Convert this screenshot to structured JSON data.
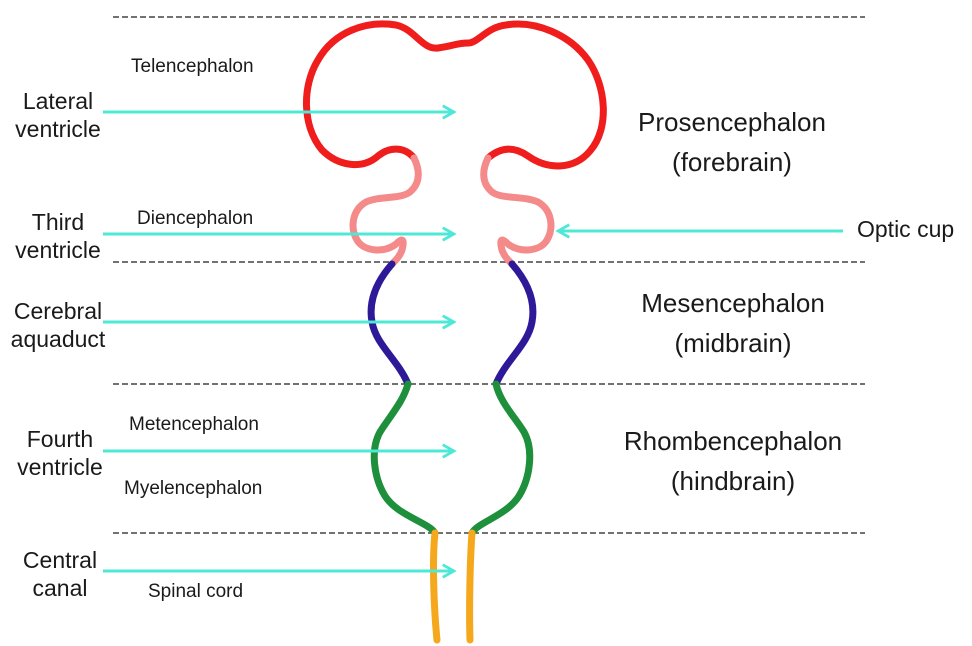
{
  "ventricles": {
    "lateral": [
      "Lateral",
      "ventricle"
    ],
    "third": [
      "Third",
      "ventricle"
    ],
    "cerebral": [
      "Cerebral",
      "aquaduct"
    ],
    "fourth": [
      "Fourth",
      "ventricle"
    ],
    "central": [
      "Central",
      "canal"
    ]
  },
  "subdivisions": {
    "telencephalon": "Telencephalon",
    "diencephalon": "Diencephalon",
    "metencephalon": "Metencephalon",
    "myelencephalon": "Myelencephalon",
    "spinal_cord": "Spinal cord"
  },
  "regions": {
    "prosencephalon": [
      "Prosencephalon",
      "(forebrain)"
    ],
    "mesencephalon": [
      "Mesencephalon",
      "(midbrain)"
    ],
    "rhombencephalon": [
      "Rhombencephalon",
      "(hindbrain)"
    ]
  },
  "optic_cup": "Optic cup",
  "colors": {
    "telencephalon": "#f01d1d",
    "diencephalon": "#f48a8a",
    "mesencephalon": "#2e1a98",
    "rhombencephalon": "#1e8f3b",
    "spinal_cord": "#f5a81c",
    "arrow": "#4ee8d6",
    "divider": "#444444"
  }
}
